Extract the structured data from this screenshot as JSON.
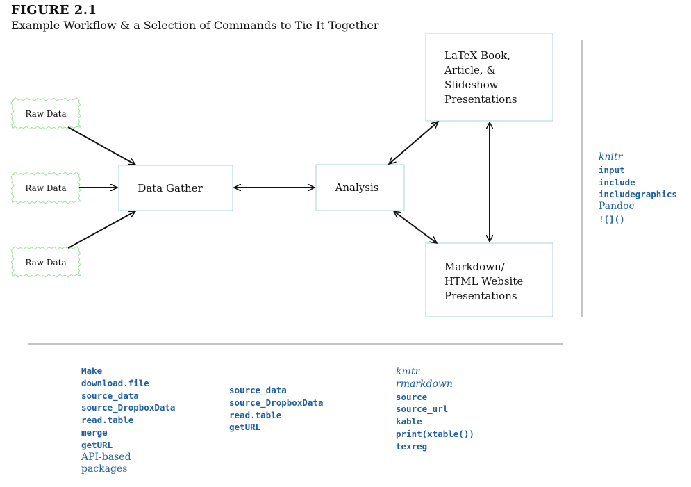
{
  "figure": {
    "label": "FIGURE 2.1",
    "caption": "Example Workflow & a Selection of Commands to Tie It Together"
  },
  "nodes": {
    "raw1": "Raw Data",
    "raw2": "Raw Data",
    "raw3": "Raw Data",
    "gather": "Data Gather",
    "analysis": "Analysis",
    "latex": [
      "LaTeX Book,",
      "Article, &",
      "Slideshow",
      "Presentations"
    ],
    "markdown": [
      "Markdown/",
      "HTML Website",
      "Presentations"
    ]
  },
  "commands": {
    "gather": [
      {
        "text": "Make",
        "style": "code"
      },
      {
        "text": "download.file",
        "style": "code"
      },
      {
        "text": "source_data",
        "style": "code"
      },
      {
        "text": "source_DropboxData",
        "style": "code"
      },
      {
        "text": "read.table",
        "style": "code"
      },
      {
        "text": "merge",
        "style": "code"
      },
      {
        "text": "getURL",
        "style": "code"
      },
      {
        "text": "API-based",
        "style": "prose"
      },
      {
        "text": "packages",
        "style": "prose"
      }
    ],
    "analysis": [
      {
        "text": "source_data",
        "style": "code"
      },
      {
        "text": "source_DropboxData",
        "style": "code"
      },
      {
        "text": "read.table",
        "style": "code"
      },
      {
        "text": "getURL",
        "style": "code"
      }
    ],
    "presentation": [
      {
        "text": "knitr",
        "style": "italic"
      },
      {
        "text": "rmarkdown",
        "style": "italic"
      },
      {
        "text": "source",
        "style": "code"
      },
      {
        "text": "source_url",
        "style": "code"
      },
      {
        "text": "kable",
        "style": "code"
      },
      {
        "text": "print(xtable())",
        "style": "code"
      },
      {
        "text": "texreg",
        "style": "code"
      }
    ],
    "side": [
      {
        "text": "knitr",
        "style": "italic"
      },
      {
        "text": "input",
        "style": "code"
      },
      {
        "text": "include",
        "style": "code"
      },
      {
        "text": "includegraphics",
        "style": "code"
      },
      {
        "text": "Pandoc",
        "style": "prose"
      },
      {
        "text": "![]()",
        "style": "code"
      }
    ]
  },
  "colors": {
    "box_border": "#a6d6d4",
    "raw_border": "#9be29b",
    "command_text": "#1f5fa0",
    "divider": "#c4c4c4",
    "arrow": "#111111"
  }
}
